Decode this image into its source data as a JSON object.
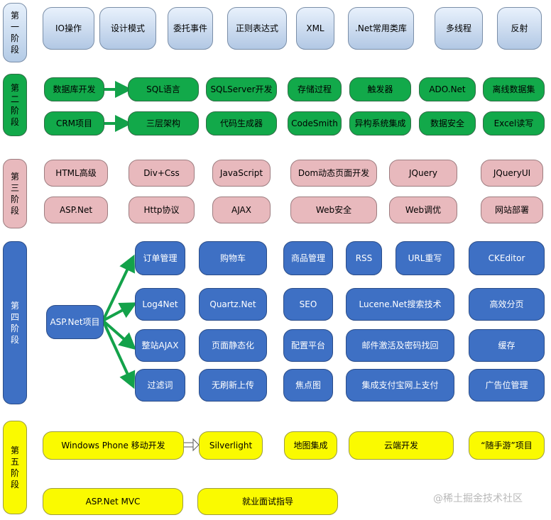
{
  "stages": {
    "s1": "第一阶段",
    "s2": "第二阶段",
    "s3": "第三阶段",
    "s4": "第四阶段",
    "s5": "第五阶段"
  },
  "stage1": [
    "IO操作",
    "设计模式",
    "委托事件",
    "正则表达式",
    "XML",
    ".Net常用类库",
    "多线程",
    "反射"
  ],
  "stage2": {
    "row1": [
      "数据库开发",
      "SQL语言",
      "SQLServer开发",
      "存储过程",
      "触发器",
      "ADO.Net",
      "离线数据集"
    ],
    "row2": [
      "CRM项目",
      "三层架构",
      "代码生成器",
      "CodeSmith",
      "异构系统集成",
      "数据安全",
      "Excel读写"
    ]
  },
  "stage3": {
    "row1": [
      "HTML高级",
      "Div+Css",
      "JavaScript",
      "Dom动态页面开发",
      "JQuery",
      "JQueryUI"
    ],
    "row2": [
      "ASP.Net",
      "Http协议",
      "AJAX",
      "Web安全",
      "Web调优",
      "网站部署"
    ]
  },
  "stage4": {
    "hub": "ASP.Net项目",
    "branches": [
      "订单管理",
      "Log4Net",
      "整站AJAX",
      "过滤词"
    ],
    "row1": [
      "购物车",
      "商品管理",
      "RSS",
      "URL重写",
      "CKEditor"
    ],
    "row2": [
      "Quartz.Net",
      "SEO",
      "Lucene.Net搜索技术",
      "高效分页"
    ],
    "row3": [
      "页面静态化",
      "配置平台",
      "邮件激活及密码找回",
      "缓存"
    ],
    "row4": [
      "无刷新上传",
      "焦点图",
      "集成支付宝网上支付",
      "广告位管理"
    ]
  },
  "stage5": {
    "row1": [
      "Windows Phone 移动开发",
      "Silverlight",
      "地图集成",
      "云端开发",
      "“随手游”项目"
    ],
    "row2": [
      "ASP.Net MVC",
      "就业面试指导"
    ]
  },
  "watermark": "@稀土掘金技术社区"
}
